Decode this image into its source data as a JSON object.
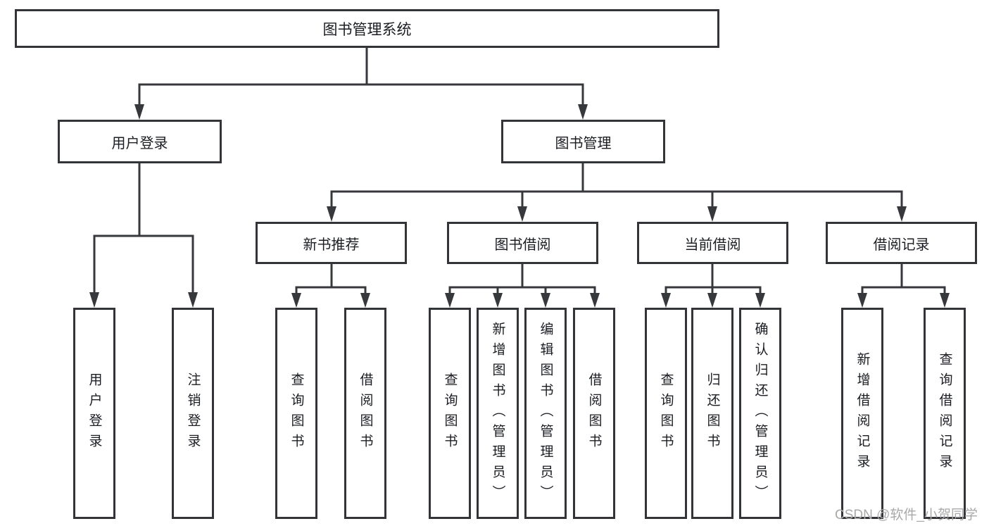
{
  "tree": {
    "label": "图书管理系统",
    "children": [
      {
        "label": "用户登录",
        "children": [
          {
            "label": "用户登录"
          },
          {
            "label": "注销登录"
          }
        ]
      },
      {
        "label": "图书管理",
        "children": [
          {
            "label": "新书推荐",
            "children": [
              {
                "label": "查询图书"
              },
              {
                "label": "借阅图书"
              }
            ]
          },
          {
            "label": "图书借阅",
            "children": [
              {
                "label": "查询图书"
              },
              {
                "label": "新增图书（管理员）"
              },
              {
                "label": "编辑图书（管理员）"
              },
              {
                "label": "借阅图书"
              }
            ]
          },
          {
            "label": "当前借阅",
            "children": [
              {
                "label": "查询图书"
              },
              {
                "label": "归还图书"
              },
              {
                "label": "确认归还（管理员）"
              }
            ]
          },
          {
            "label": "借阅记录",
            "children": [
              {
                "label": "新增借阅记录"
              },
              {
                "label": "查询借阅记录"
              }
            ]
          }
        ]
      }
    ]
  },
  "watermark": {
    "text": "CSDN @软件_小贺同学"
  },
  "colors": {
    "line": "#37383b",
    "box_border": "#333438",
    "text": "#1b1d22",
    "watermark": "#a9a9a9",
    "background": "#ffffff"
  }
}
